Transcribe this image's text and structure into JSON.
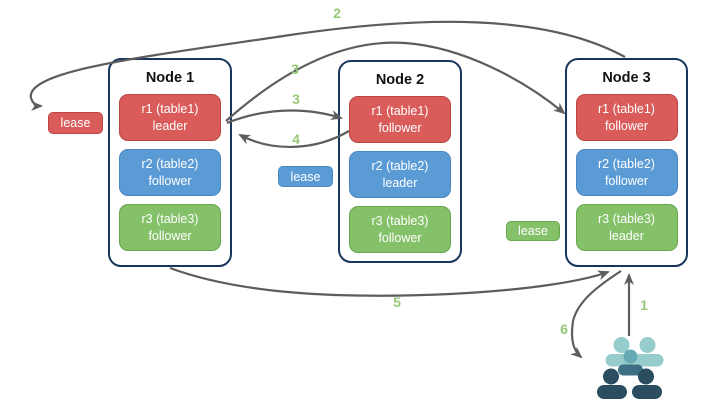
{
  "nodes": [
    {
      "title": "Node 1",
      "replicas": [
        {
          "name": "r1 (table1)",
          "role": "leader",
          "color_key": "red"
        },
        {
          "name": "r2 (table2)",
          "role": "follower",
          "color_key": "blue"
        },
        {
          "name": "r3 (table3)",
          "role": "follower",
          "color_key": "green"
        }
      ]
    },
    {
      "title": "Node 2",
      "replicas": [
        {
          "name": "r1 (table1)",
          "role": "follower",
          "color_key": "red"
        },
        {
          "name": "r2 (table2)",
          "role": "leader",
          "color_key": "blue"
        },
        {
          "name": "r3 (table3)",
          "role": "follower",
          "color_key": "green"
        }
      ]
    },
    {
      "title": "Node 3",
      "replicas": [
        {
          "name": "r1 (table1)",
          "role": "follower",
          "color_key": "red"
        },
        {
          "name": "r2 (table2)",
          "role": "follower",
          "color_key": "blue"
        },
        {
          "name": "r3 (table3)",
          "role": "leader",
          "color_key": "green"
        }
      ]
    }
  ],
  "leases": [
    {
      "label": "lease",
      "color_key": "red"
    },
    {
      "label": "lease",
      "color_key": "blue"
    },
    {
      "label": "lease",
      "color_key": "green"
    }
  ],
  "steps": [
    {
      "label": "1"
    },
    {
      "label": "2"
    },
    {
      "label": "3"
    },
    {
      "label": "3"
    },
    {
      "label": "4"
    },
    {
      "label": "5"
    },
    {
      "label": "6"
    }
  ],
  "icons": {
    "users_group": "users-group-icon"
  },
  "colors": {
    "replica_red": "#d95c5a",
    "replica_red_border": "#bb4542",
    "replica_blue": "#5b9bd5",
    "replica_blue_border": "#4a86c0",
    "replica_green": "#84c169",
    "replica_green_border": "#69a74f",
    "node_border": "#17365d",
    "arrow": "#5d5d5d",
    "step_label": "#97c97a",
    "users_light": "#97cccc",
    "users_mid_head": "#68aab4",
    "users_mid_body": "#3e7084",
    "users_dark": "#2b4d60"
  }
}
